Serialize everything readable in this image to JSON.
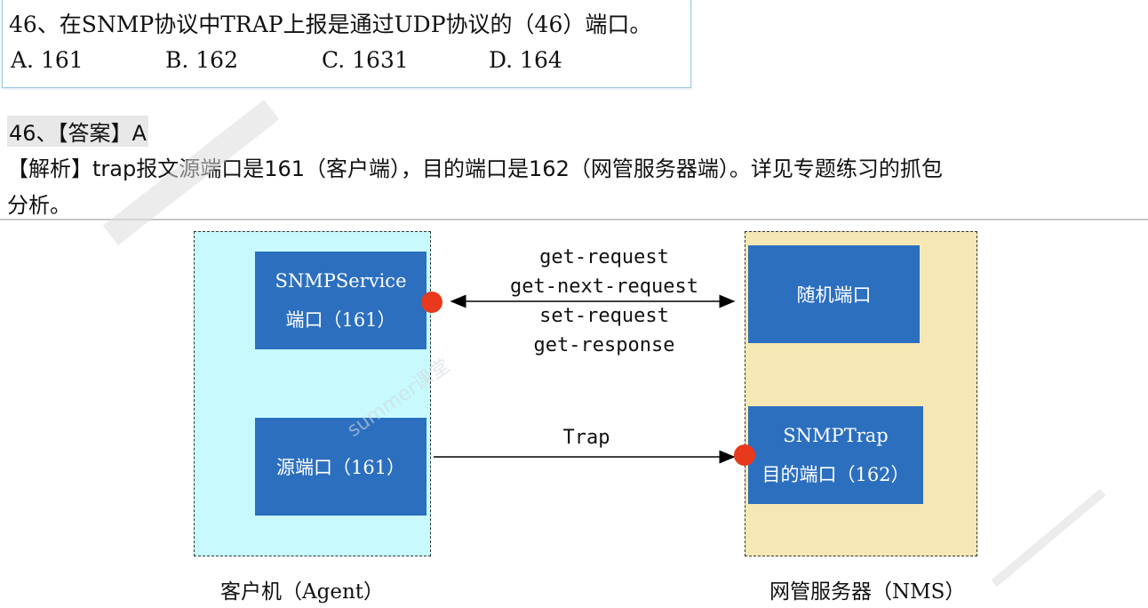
{
  "question": {
    "text": "46、在SNMP协议中TRAP上报是通过UDP协议的（46）端口。",
    "options": [
      "A. 161",
      "B. 162",
      "C. 1631",
      "D. 164"
    ]
  },
  "answer": {
    "title": "46、【答案】A",
    "explanation_line1": "【解析】trap报文源端口是161（客户端），目的端口是162（网管服务器端）。详见专题练习的抓包",
    "explanation_line2": "分析。"
  },
  "diagram": {
    "snmpservice_line1": "SNMPService",
    "snmpservice_line2": "端口（161）",
    "random_port": "随机端口",
    "source_port": "源端口（161）",
    "snmptrap_line1": "SNMPTrap",
    "snmptrap_line2": "目的端口（162）",
    "requests": [
      "get-request",
      "get-next-request",
      "set-request",
      "get-response"
    ],
    "trap": "Trap",
    "agent_caption": "客户机（Agent）",
    "nms_caption": "网管服务器（NMS）",
    "accent_color": "#e8391c",
    "block_color": "#2c6fbf"
  },
  "watermark": {
    "text": "summer课堂"
  }
}
